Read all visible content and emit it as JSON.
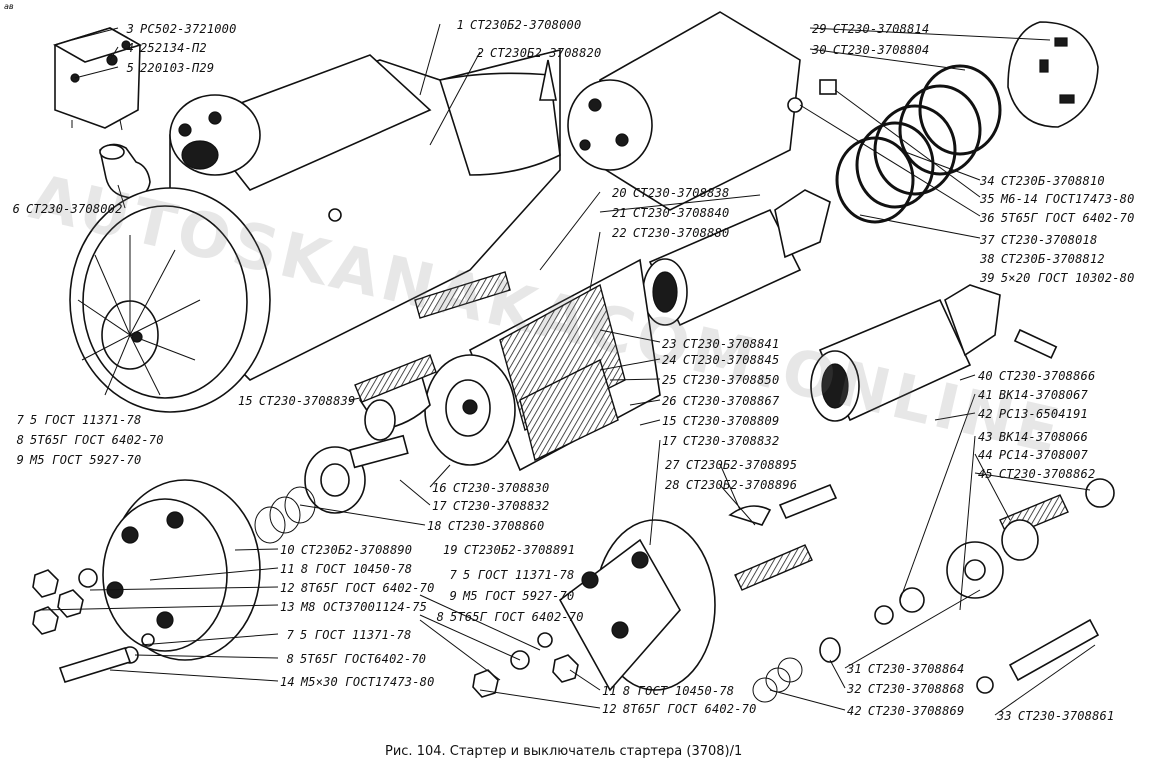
{
  "corner_mark": "ав",
  "watermark": "AUTOSKANAKACOM.ONLINE",
  "caption": "Рис. 104. Стартер и выключатель стартера (3708)/1",
  "labels": [
    {
      "num": "1",
      "code": "СТ230Б2-3708000"
    },
    {
      "num": "2",
      "code": "СТ230Б2-3708820"
    },
    {
      "num": "3",
      "code": "РС502-3721000"
    },
    {
      "num": "4",
      "code": "252134-П2"
    },
    {
      "num": "5",
      "code": "220103-П29"
    },
    {
      "num": "6",
      "code": "СТ230-3708002"
    },
    {
      "num": "29",
      "code": "СТ230-3708814"
    },
    {
      "num": "30",
      "code": "СТ230-3708804"
    },
    {
      "num": "20",
      "code": "СТ230-3708838"
    },
    {
      "num": "21",
      "code": "СТ230-3708840"
    },
    {
      "num": "22",
      "code": "СТ230-3708880"
    },
    {
      "num": "34",
      "code": "СТ230Б-3708810"
    },
    {
      "num": "35",
      "code": "М6-14 ГОСТ17473-80"
    },
    {
      "num": "36",
      "code": "5Т65Г ГОСТ 6402-70"
    },
    {
      "num": "37",
      "code": "СТ230-3708018"
    },
    {
      "num": "38",
      "code": "СТ230Б-3708812"
    },
    {
      "num": "39",
      "code": "5×20 ГОСТ 10302-80"
    },
    {
      "num": "23",
      "code": "СТ230-3708841"
    },
    {
      "num": "24",
      "code": "СТ230-3708845"
    },
    {
      "num": "25",
      "code": "СТ230-3708850"
    },
    {
      "num": "26",
      "code": "СТ230-3708867"
    },
    {
      "num": "15",
      "code": "СТ230-3708809"
    },
    {
      "num": "17",
      "code": "СТ230-3708832"
    },
    {
      "num": "27",
      "code": "СТ230Б2-3708895"
    },
    {
      "num": "28",
      "code": "СТ230Б2-3708896"
    },
    {
      "num": "40",
      "code": "СТ230-3708866"
    },
    {
      "num": "41",
      "code": "ВК14-3708067"
    },
    {
      "num": "42",
      "code": "РС13-6504191"
    },
    {
      "num": "43",
      "code": "ВК14-3708066"
    },
    {
      "num": "44",
      "code": "РС14-3708007"
    },
    {
      "num": "45",
      "code": "СТ230-3708862"
    },
    {
      "num": "15",
      "code": "СТ230-3708839"
    },
    {
      "num": "16",
      "code": "СТ230-3708830"
    },
    {
      "num": "17",
      "code": "СТ230-3708832"
    },
    {
      "num": "18",
      "code": "СТ230-3708860"
    },
    {
      "num": "7",
      "code": "5 ГОСТ 11371-78"
    },
    {
      "num": "8",
      "code": "5Т65Г ГОСТ 6402-70"
    },
    {
      "num": "9",
      "code": "М5 ГОСТ 5927-70"
    },
    {
      "num": "10",
      "code": "СТ230Б2-3708890"
    },
    {
      "num": "11",
      "code": "8 ГОСТ 10450-78"
    },
    {
      "num": "12",
      "code": "8Т65Г ГОСТ 6402-70"
    },
    {
      "num": "13",
      "code": "М8 ОСТ37001124-75"
    },
    {
      "num": "7",
      "code": "5 ГОСТ 11371-78"
    },
    {
      "num": "8",
      "code": "5Т65Г ГОСТ6402-70"
    },
    {
      "num": "14",
      "code": "М5×30 ГОСТ17473-80"
    },
    {
      "num": "19",
      "code": "СТ230Б2-3708891"
    },
    {
      "num": "7",
      "code": "5 ГОСТ 11371-78"
    },
    {
      "num": "9",
      "code": "М5 ГОСТ 5927-70"
    },
    {
      "num": "8",
      "code": "5Т65Г ГОСТ 6402-70"
    },
    {
      "num": "11",
      "code": "8 ГОСТ 10450-78"
    },
    {
      "num": "12",
      "code": "8Т65Г ГОСТ 6402-70"
    },
    {
      "num": "31",
      "code": "СТ230-3708864"
    },
    {
      "num": "32",
      "code": "СТ230-3708868"
    },
    {
      "num": "42",
      "code": "СТ230-3708869"
    },
    {
      "num": "33",
      "code": "СТ230-3708861"
    }
  ]
}
